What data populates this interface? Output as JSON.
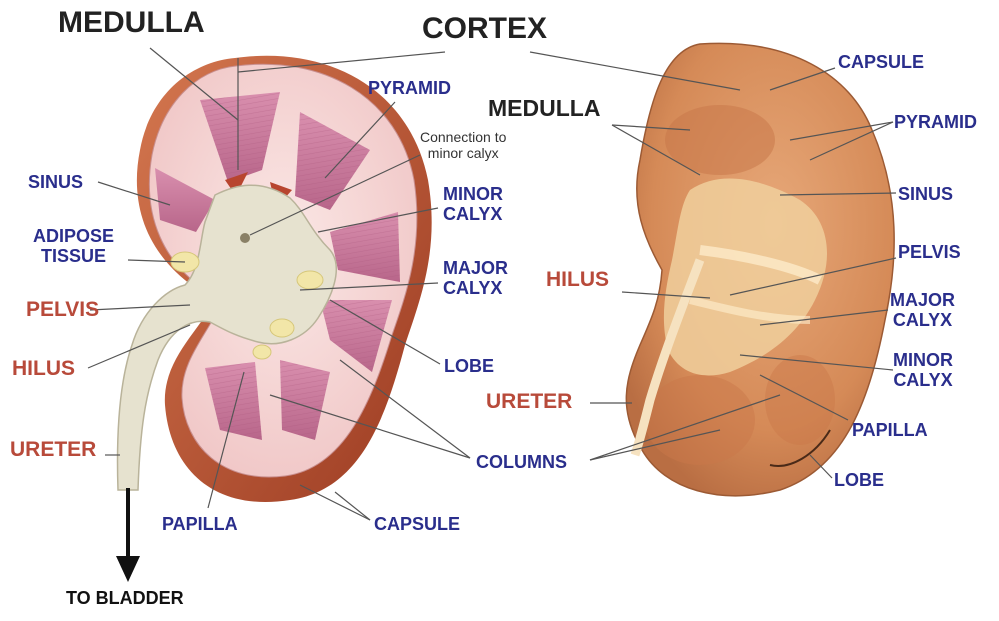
{
  "left_diagram": {
    "medulla": "MEDULLA",
    "cortex": "CORTEX",
    "pyramid": "PYRAMID",
    "connection_note": [
      "Connection to",
      "minor calyx"
    ],
    "sinus": "SINUS",
    "adipose_tissue": [
      "ADIPOSE",
      "TISSUE"
    ],
    "minor_calyx": [
      "MINOR",
      "CALYX"
    ],
    "major_calyx": [
      "MAJOR",
      "CALYX"
    ],
    "pelvis": "PELVIS",
    "hilus": "HILUS",
    "lobe": "LOBE",
    "ureter": "URETER",
    "columns": "COLUMNS",
    "papilla": "PAPILLA",
    "capsule": "CAPSULE",
    "to_bladder": "TO BLADDER"
  },
  "right_photo": {
    "capsule": "CAPSULE",
    "medulla": "MEDULLA",
    "pyramid": "PYRAMID",
    "sinus": "SINUS",
    "pelvis": "PELVIS",
    "hilus": "HILUS",
    "major_calyx": [
      "MAJOR",
      "CALYX"
    ],
    "minor_calyx": [
      "MINOR",
      "CALYX"
    ],
    "ureter": "URETER",
    "papilla": "PAPILLA",
    "lobe": "LOBE"
  },
  "colors": {
    "label_blue": "#2a2e8c",
    "label_red": "#b84a3a",
    "label_black": "#222222",
    "cortex_pink": "#f2cfd0",
    "pyramid_pink": "#c9799a",
    "sinus_cream": "#e6e2cf",
    "capsule_red": "#b5502f",
    "specimen_tan": "#d9925c"
  }
}
